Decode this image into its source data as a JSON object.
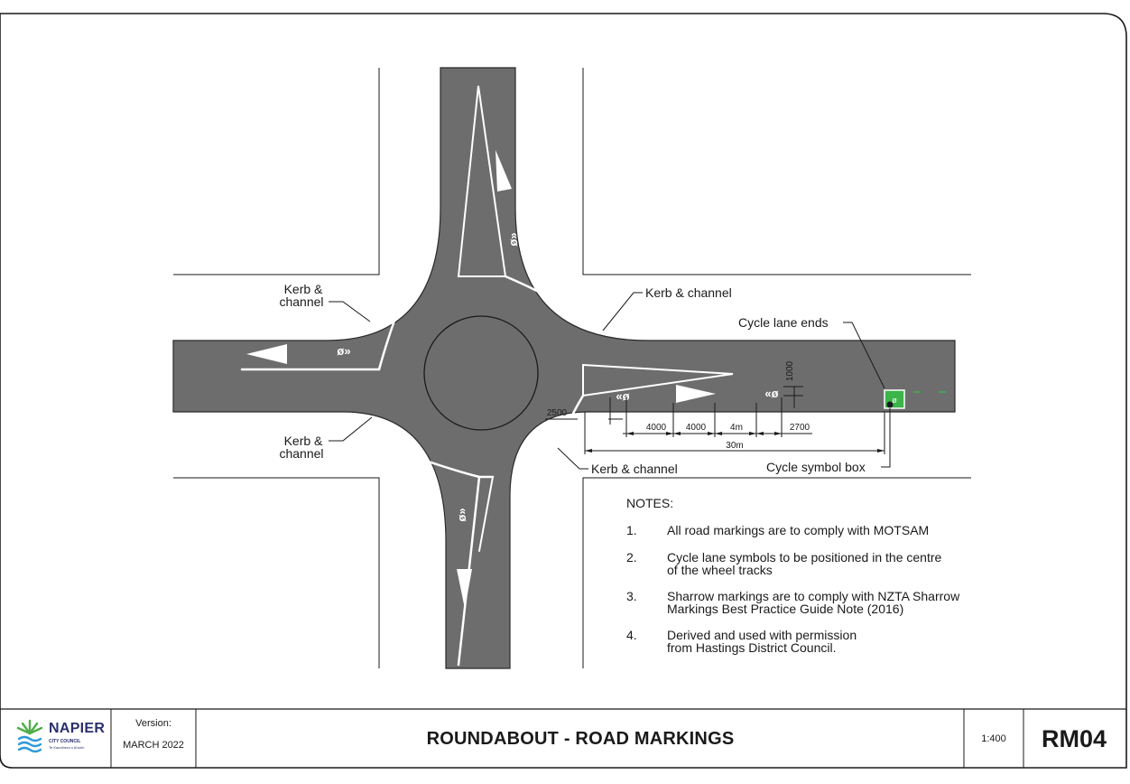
{
  "labels": {
    "kerb_left_top": [
      "Kerb &",
      "channel"
    ],
    "kerb_left_bottom": [
      "Kerb &",
      "channel"
    ],
    "kerb_right_top": "Kerb & channel",
    "kerb_right_bottom": "Kerb & channel",
    "cycle_lane_ends": "Cycle lane ends",
    "cycle_symbol_box": "Cycle symbol box"
  },
  "dimensions": {
    "d_1000": "1000",
    "d_2500": "2500",
    "d_4000_a": "4000",
    "d_4000_b": "4000",
    "d_4m": "4m",
    "d_2700": "2700",
    "d_30m": "30m"
  },
  "notes": {
    "heading": "NOTES:",
    "items": [
      {
        "num": "1.",
        "lines": [
          "All road markings are to comply with MOTSAM"
        ]
      },
      {
        "num": "2.",
        "lines": [
          "Cycle lane symbols to be positioned in the centre",
          "of the wheel tracks"
        ]
      },
      {
        "num": "3.",
        "lines": [
          "Sharrow markings are to comply with NZTA Sharrow",
          "Markings Best Practice Guide Note (2016)"
        ]
      },
      {
        "num": "4.",
        "lines": [
          "Derived and used with permission",
          "from Hastings District Council."
        ]
      }
    ]
  },
  "title_block": {
    "logo_name": "NAPIER",
    "logo_sub": "CITY COUNCIL",
    "logo_tagline": "Te Kaunihera o Ahuriri",
    "version_label": "Version:",
    "version_value": "MARCH 2022",
    "title": "ROUNDABOUT - ROAD MARKINGS",
    "scale": "1:400",
    "code": "RM04"
  },
  "colors": {
    "road": "#6d6d6d",
    "marking": "#ffffff",
    "line": "#1a1a1a",
    "cycle_box": "#3bb44a",
    "logo_green": "#4fae47",
    "logo_blue": "#2f9ad6"
  }
}
